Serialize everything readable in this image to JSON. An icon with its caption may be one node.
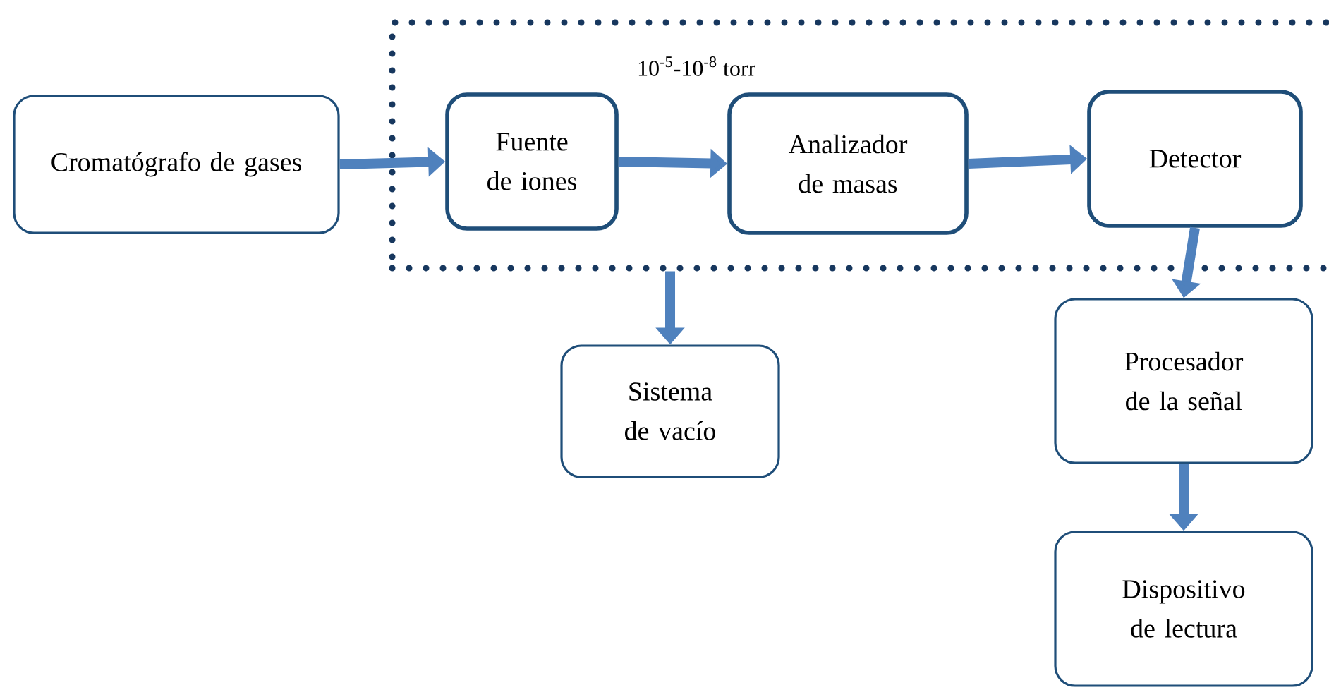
{
  "diagram": {
    "nodes": [
      {
        "text": [
          "Cromatógrafo de gases"
        ]
      },
      {
        "text": [
          "10$^{-5}$-10$^{-8}$ torr"
        ]
      },
      {
        "text": [
          "Fuente de iones"
        ],
        "in": 1
      },
      {
        "text": [
          "Analizador de masas"
        ],
        "in": 1
      },
      {
        "text": [
          "Detector"
        ],
        "in": 1
      },
      {
        "text": [
          "Sistema de vacío"
        ]
      },
      {
        "text": [
          "Procesador de la señal"
        ]
      },
      {
        "text": [
          "Dispositivo de lectura"
        ]
      }
    ],
    "edges": [
      {
        "from": 0,
        "to": 2,
        "arrow": "to"
      },
      {
        "from": 2,
        "to": 3,
        "arrow": "to"
      },
      {
        "from": 3,
        "to": 4,
        "arrow": "to"
      },
      {
        "from": 1,
        "to": 5,
        "arrow": "to"
      },
      {
        "from": 4,
        "to": 6,
        "arrow": "to"
      },
      {
        "from": 6,
        "to": 7,
        "arrow": "to"
      }
    ]
  }
}
